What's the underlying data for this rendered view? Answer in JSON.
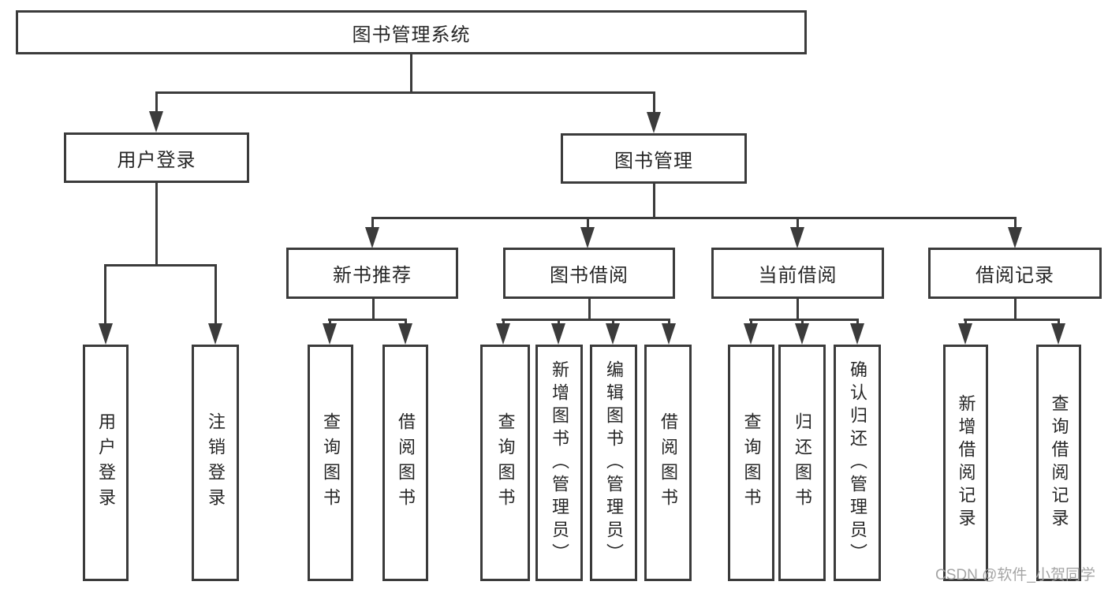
{
  "diagram": {
    "type": "hierarchy-tree",
    "colors": {
      "line": "#3b3b3b",
      "box_border": "#3b3b3b",
      "text": "#262626",
      "background": "#ffffff",
      "watermark": "#a0a0a0"
    },
    "tree": {
      "root": "图书管理系统",
      "branches": [
        {
          "label": "用户登录",
          "children": [
            "用户登录",
            "注销登录"
          ]
        },
        {
          "label": "图书管理",
          "groups": [
            {
              "label": "新书推荐",
              "children": [
                "查询图书",
                "借阅图书"
              ]
            },
            {
              "label": "图书借阅",
              "children": [
                "查询图书",
                "新增图书（管理员）",
                "编辑图书（管理员）",
                "借阅图书"
              ]
            },
            {
              "label": "当前借阅",
              "children": [
                "查询图书",
                "归还图书",
                "确认归还（管理员）"
              ]
            },
            {
              "label": "借阅记录",
              "children": [
                "新增借阅记录",
                "查询借阅记录"
              ]
            }
          ]
        }
      ]
    },
    "watermark": {
      "text": "CSDN @软件_小贺同学"
    }
  }
}
